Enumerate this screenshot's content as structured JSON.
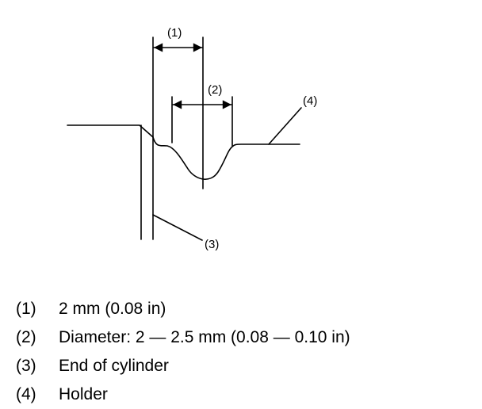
{
  "diagram": {
    "callouts": [
      "(1)",
      "(2)",
      "(3)",
      "(4)"
    ]
  },
  "legend": [
    {
      "num": "(1)",
      "text": "2 mm (0.08 in)"
    },
    {
      "num": "(2)",
      "text": "Diameter: 2 — 2.5 mm (0.08 — 0.10 in)"
    },
    {
      "num": "(3)",
      "text": "End of cylinder"
    },
    {
      "num": "(4)",
      "text": "Holder"
    }
  ]
}
